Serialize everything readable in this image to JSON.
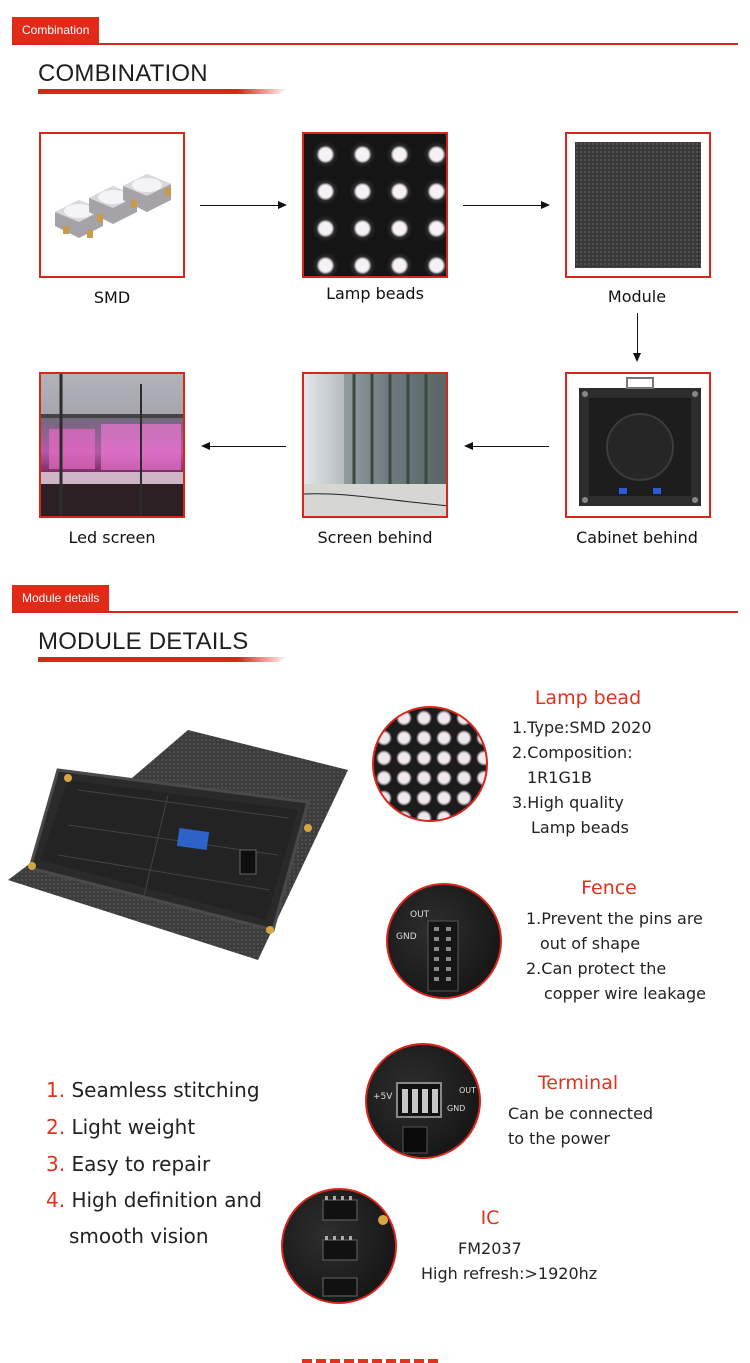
{
  "sections": {
    "combination": {
      "tag": "Combination",
      "heading": "COMBINATION",
      "captions": {
        "smd": "SMD",
        "lamp_beads": "Lamp beads",
        "module": "Module",
        "led_screen": "Led screen",
        "screen_behind": "Screen behind",
        "cabinet_behind": "Cabinet behind"
      }
    },
    "module_details": {
      "tag": "Module details",
      "heading": "MODULE DETAILS",
      "lamp_bead": {
        "title": "Lamp bead",
        "lines": [
          "1.Type:SMD 2020",
          "2.Composition:",
          "1R1G1B",
          "3.High quality",
          "Lamp beads"
        ]
      },
      "fence": {
        "title": "Fence",
        "lines": [
          "1.Prevent the pins are",
          "out of shape",
          "2.Can protect the",
          "copper wire leakage"
        ]
      },
      "terminal": {
        "title": "Terminal",
        "lines": [
          "Can be connected",
          "to the power"
        ]
      },
      "ic": {
        "title": "IC",
        "lines": [
          "FM2037",
          "High refresh:>1920hz"
        ]
      },
      "features": [
        {
          "num": "1.",
          "text": "Seamless stitching"
        },
        {
          "num": "2.",
          "text": "Light weight"
        },
        {
          "num": "3.",
          "text": "Easy to repair"
        },
        {
          "num": "4.",
          "text": "High definition and"
        },
        {
          "num": "",
          "text": "smooth vision"
        }
      ],
      "pcb_labels": {
        "out": "OUT",
        "gnd": "GND",
        "plus5v": "+5V"
      }
    }
  },
  "colors": {
    "accent": "#e0321c",
    "tag_bg": "#e12a18"
  }
}
